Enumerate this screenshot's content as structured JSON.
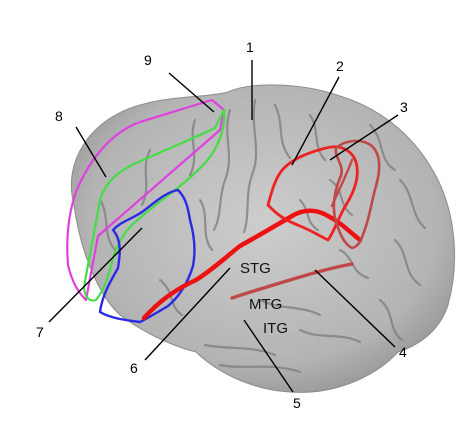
{
  "colors": {
    "magenta": "#e040e0",
    "green": "#44dd44",
    "blue": "#2a2ae6",
    "red": "#ee1111",
    "dark_red": "#c04848",
    "brain": "#b9b9b9"
  },
  "labels": {
    "n1": "1",
    "n2": "2",
    "n3": "3",
    "n4": "4",
    "n5": "5",
    "n6": "6",
    "n7": "7",
    "n8": "8",
    "n9": "9"
  },
  "regions": {
    "stg": "STG",
    "mtg": "MTG",
    "itg": "ITG"
  }
}
